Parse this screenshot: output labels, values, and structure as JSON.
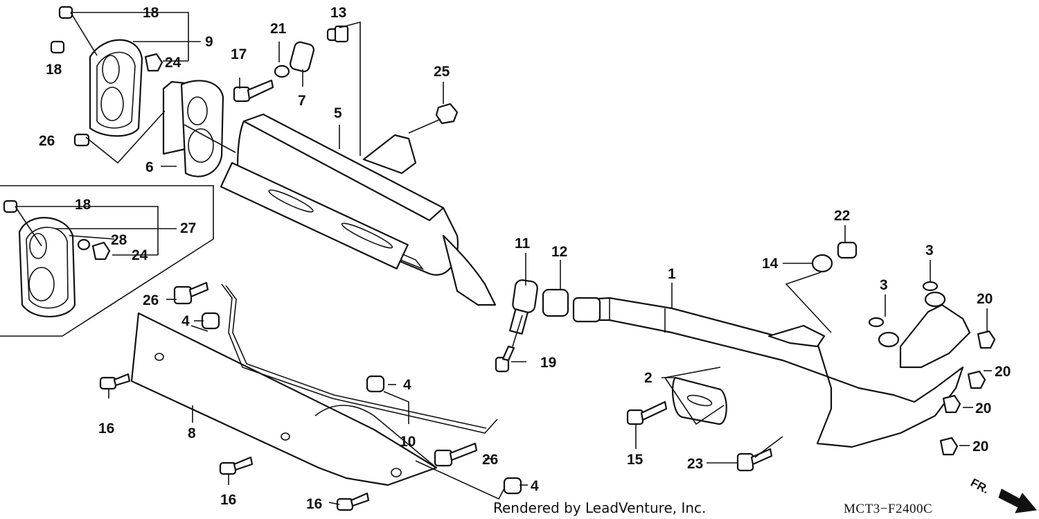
{
  "diagram": {
    "callouts": {
      "c1": "1",
      "c2": "2",
      "c3a": "3",
      "c3b": "3",
      "c4a": "4",
      "c4b": "4",
      "c4c": "4",
      "c5": "5",
      "c6": "6",
      "c7": "7",
      "c8": "8",
      "c9": "9",
      "c10": "10",
      "c11": "11",
      "c12": "12",
      "c13": "13",
      "c14": "14",
      "c15": "15",
      "c16a": "16",
      "c16b": "16",
      "c16c": "16",
      "c17": "17",
      "c18a": "18",
      "c18b": "18",
      "c18c": "18",
      "c19": "19",
      "c20a": "20",
      "c20b": "20",
      "c20c": "20",
      "c20d": "20",
      "c21": "21",
      "c22": "22",
      "c23": "23",
      "c24a": "24",
      "c24b": "24",
      "c25": "25",
      "c26a": "26",
      "c26b": "26",
      "c26c": "26",
      "c27": "27",
      "c28": "28"
    },
    "footer": {
      "rendered_by": "Rendered by LeadVenture, Inc.",
      "diagram_code": "MCT3−F2400C",
      "direction_label": "FR."
    }
  }
}
